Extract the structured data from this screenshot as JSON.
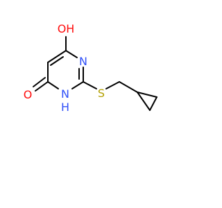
{
  "molecule": {
    "colors": {
      "carbon": "#000000",
      "oxygen": "#ff0d0d",
      "nitrogen": "#3050f8",
      "sulfur": "#b2a000",
      "background": "#ffffff"
    },
    "atoms": {
      "oh_top": "OH",
      "n_ring": "N",
      "o_keto": "O",
      "n_h": "N",
      "h": "H",
      "s": "S"
    }
  }
}
